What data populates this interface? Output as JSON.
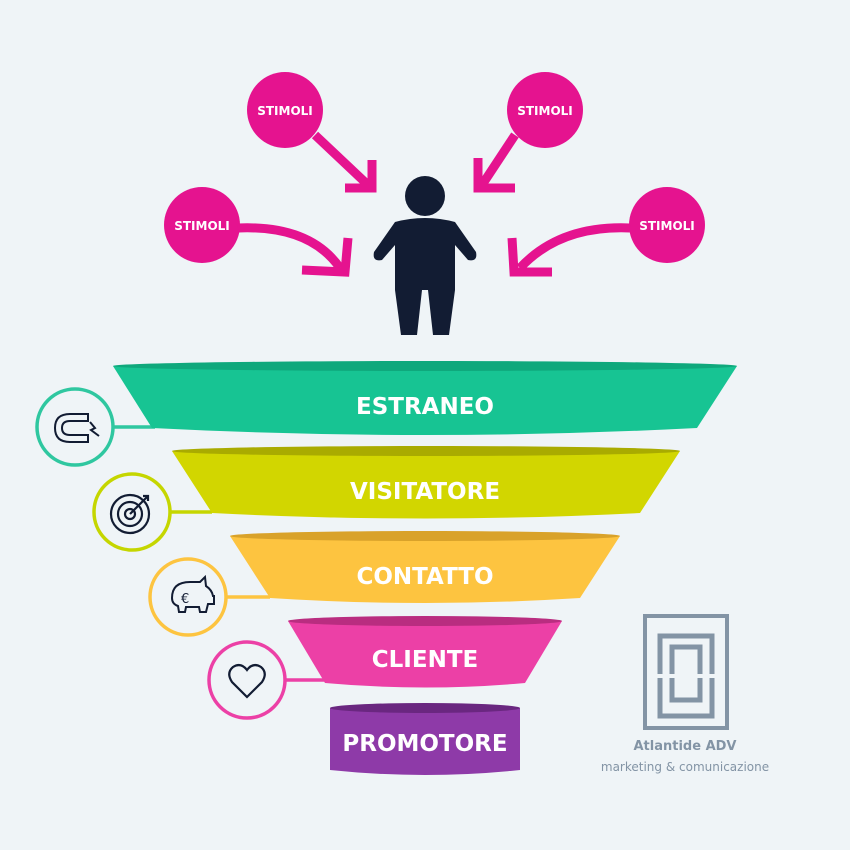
{
  "stimuli": [
    "STIMOLI",
    "STIMOLI",
    "STIMOLI",
    "STIMOLI"
  ],
  "funnel": [
    {
      "label": "ESTRANEO",
      "color": "#17c493",
      "icon": "magnet-icon"
    },
    {
      "label": "VISITATORE",
      "color": "#d2d600",
      "icon": "target-icon"
    },
    {
      "label": "CONTATTO",
      "color": "#fdc440",
      "icon": "piggy-bank-euro-icon"
    },
    {
      "label": "CLIENTE",
      "color": "#ec40a6",
      "icon": "heart-icon"
    },
    {
      "label": "PROMOTORE",
      "color": "#8e3aa8"
    }
  ],
  "colors": {
    "stimuli": "#e5138f",
    "person": "#121c33",
    "background": "#eff4f7",
    "logo": "#8394a5"
  },
  "logo": {
    "name": "Atlantide ADV",
    "tagline": "marketing & comunicazione"
  }
}
